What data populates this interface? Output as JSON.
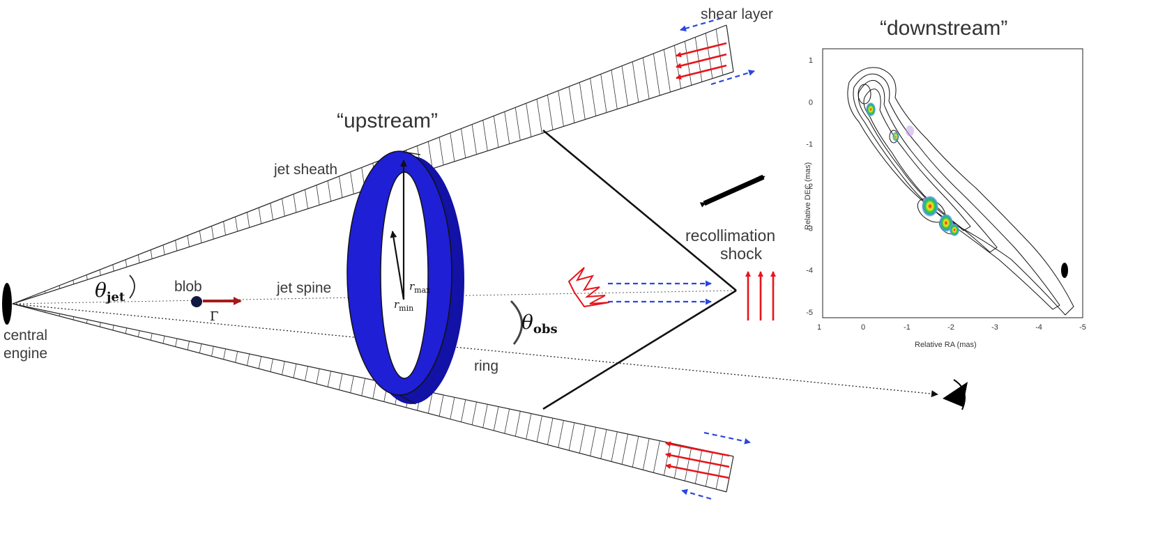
{
  "labels": {
    "shear_layer": "shear layer",
    "downstream": "“downstream”",
    "upstream": "“upstream”",
    "jet_sheath": "jet sheath",
    "blob": "blob",
    "jet_spine": "jet spine",
    "gamma": "Γ",
    "theta_jet_sym": "θ",
    "theta_jet_sub": "jet",
    "theta_obs_sym": "θ",
    "theta_obs_sub": "obs",
    "r_max_sym": "r",
    "r_max_sub": "max",
    "r_min_sym": "r",
    "r_min_sub": "min",
    "ring": "ring",
    "recollimation": "recollimation",
    "shock": "shock",
    "central": "central",
    "engine": "engine"
  },
  "inset": {
    "ylabel": "Relative DEC (mas)",
    "xlabel": "Relative RA (mas)",
    "yticks": [
      "1",
      "0",
      "-1",
      "-2",
      "-3",
      "-4",
      "-5"
    ],
    "xticks": [
      "1",
      "0",
      "-1",
      "-2",
      "-3",
      "-4",
      "-5"
    ]
  },
  "colors": {
    "ring": "#1f1fd6",
    "ring_dark": "#1212a6",
    "red_arrow": "#e8141a",
    "blue_dash": "#2b46e0",
    "gamma_arrow": "#a51a1a",
    "blob": "#101a40"
  }
}
